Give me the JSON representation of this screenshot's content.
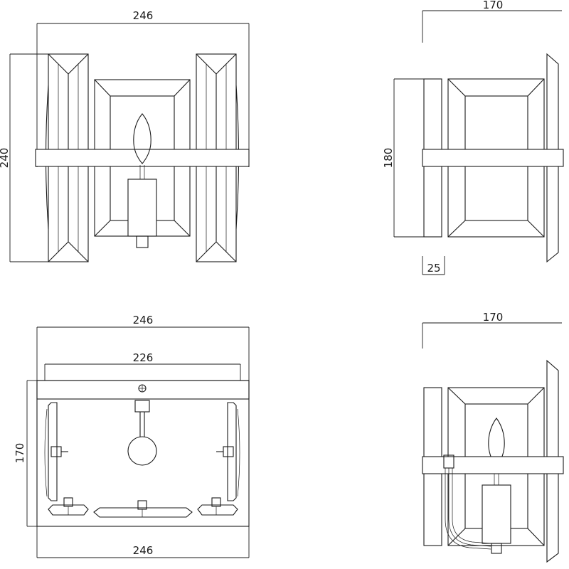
{
  "views": {
    "front": {
      "width_dim": "246",
      "height_dim": "240"
    },
    "side": {
      "depth_dim": "170",
      "height_dim": "180",
      "plate_dim": "25"
    },
    "top": {
      "width_top_dim": "246",
      "inner_dim": "226",
      "depth_dim": "170",
      "width_bottom_dim": "246"
    },
    "side_section": {
      "depth_dim": "170"
    }
  }
}
